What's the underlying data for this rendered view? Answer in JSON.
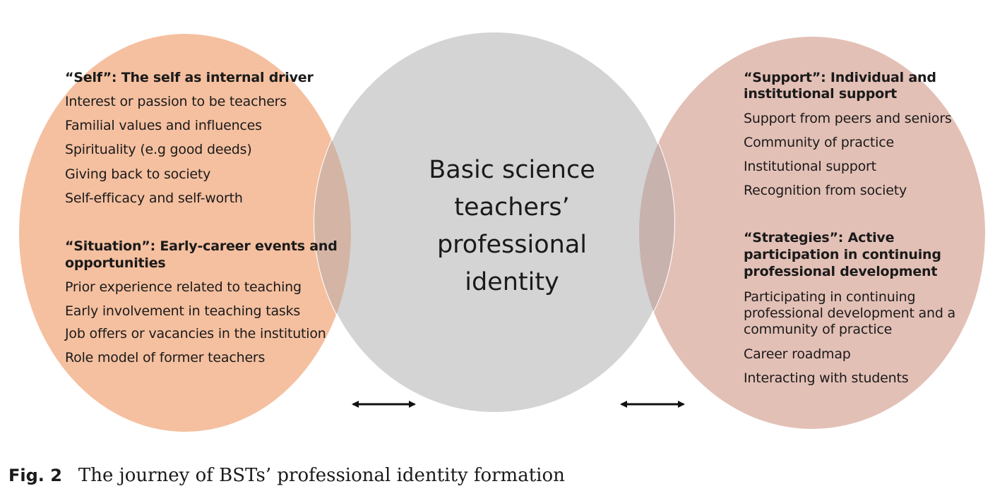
{
  "colors": {
    "left_circle": "#f5c0a0",
    "center_circle": "#d4d4d4",
    "right_circle": "#e3c0b6",
    "left_overlap": "#d4b5a5",
    "right_overlap": "#c8b2ae",
    "arrow": "#111111",
    "text": "#1a1a1a"
  },
  "center": {
    "title_lines": [
      "Basic science",
      "teachers’",
      "professional",
      "identity"
    ]
  },
  "left": {
    "self": {
      "heading": "“Self”: The self as internal driver",
      "items": [
        "Interest or passion to be teachers",
        "Familial values and influences",
        "Spirituality (e.g good deeds)",
        "Giving back to society",
        "Self-efficacy and self-worth"
      ]
    },
    "situation": {
      "heading_lines": [
        "“Situation”: Early-career events and",
        "opportunities"
      ],
      "items": [
        "Prior experience related to teaching",
        "Early involvement in teaching tasks",
        "Job offers or vacancies in the institution",
        "Role model of former teachers"
      ]
    }
  },
  "right": {
    "support": {
      "heading_lines": [
        "“Support”: Individual and",
        "institutional support"
      ],
      "items": [
        "Support from peers and seniors",
        "Community of practice",
        "Institutional support",
        "Recognition from society"
      ]
    },
    "strategies": {
      "heading_lines": [
        "“Strategies”: Active",
        "participation in continuing",
        "professional development"
      ],
      "item_multiline": [
        "Participating in continuing",
        "professional development and a",
        "community of practice"
      ],
      "items": [
        "Career roadmap",
        "Interacting with students"
      ]
    }
  },
  "caption": {
    "label": "Fig. 2",
    "text": "The journey of BSTs’ professional identity formation"
  }
}
